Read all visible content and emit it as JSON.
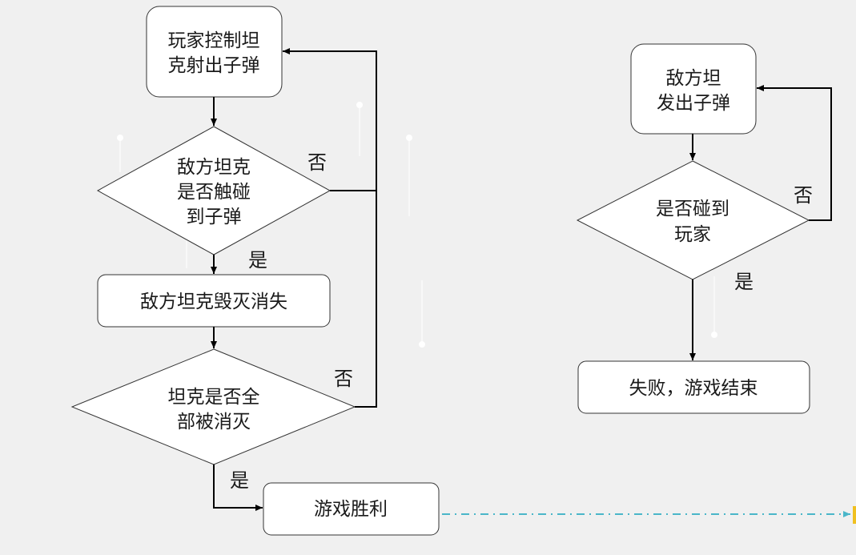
{
  "colors": {
    "background": "#f0f0f0",
    "node_fill": "#ffffff",
    "node_border": "#333333",
    "line": "#000000",
    "dashed_arrow": "#4ab6c9"
  },
  "nodes": {
    "player_shoot": [
      "玩家控制坦",
      "克射出子弹"
    ],
    "hit_check": [
      "敌方坦克",
      "是否触碰",
      "到子弹"
    ],
    "enemy_destroyed": [
      "敌方坦克毁灭消失"
    ],
    "all_destroyed_check": [
      "坦克是否全",
      "部被消灭"
    ],
    "victory": [
      "游戏胜利"
    ],
    "enemy_shoot": [
      "敌方坦",
      "发出子弹"
    ],
    "hit_player_check": [
      "是否碰到",
      "玩家"
    ],
    "defeat": [
      "失败，游戏结束"
    ]
  },
  "labels": {
    "no": "否",
    "yes": "是"
  }
}
